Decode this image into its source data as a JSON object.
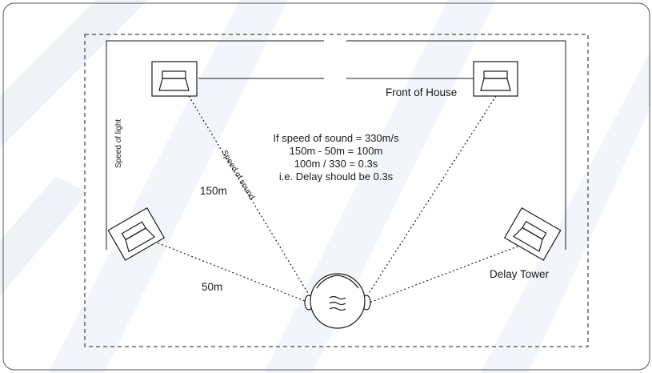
{
  "labels": {
    "front_of_house": "Front of House",
    "delay_tower": "Delay Tower",
    "speed_of_light": "Speed of light",
    "speed_of_sound": "Speed of sound",
    "distance_long": "150m",
    "distance_short": "50m"
  },
  "calculation": {
    "line1": "If speed of sound = 330m/s",
    "line2": "150m - 50m = 100m",
    "line3": "100m / 330 = 0.3s",
    "line4": "i.e. Delay should be 0.3s"
  },
  "colors": {
    "stroke": "#1a1a1a",
    "frame": "#555555",
    "watermark": "#e9eef6"
  },
  "icons": {
    "speaker": "loudspeaker-icon",
    "listener": "listener-head-icon"
  }
}
